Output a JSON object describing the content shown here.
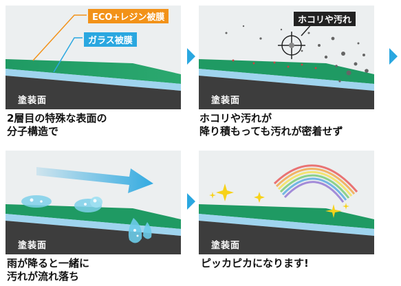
{
  "panels": [
    {
      "layer_label": "塗装面",
      "tags": {
        "eco": "ECO+レジン被膜",
        "glass": "ガラス被膜"
      },
      "caption_lines": [
        "2層目の特殊な表面の",
        "分子構造で"
      ]
    },
    {
      "layer_label": "塗装面",
      "tags": {
        "dust": "ホコリや汚れ"
      },
      "caption_lines": [
        "ホコリや汚れが",
        "降り積もっても汚れが密着せず"
      ]
    },
    {
      "layer_label": "塗装面",
      "caption_lines": [
        "雨が降ると一緒に",
        "汚れが流れ落ち"
      ]
    },
    {
      "layer_label": "塗装面",
      "caption_lines": [
        "ピッカピカになります!"
      ]
    }
  ],
  "colors": {
    "arrow": "#2aa7e0",
    "eco_tag": "#f29219",
    "glass_tag": "#2aa7e0",
    "dust_tag": "#222222",
    "green_coat": "#1f9a63",
    "glass_coat": "#9fd4ee",
    "paint_layer": "#3d3d3d"
  },
  "icons": [
    "crosshair-icon",
    "sparkle-icon",
    "rainbow-icon",
    "water-drop-icon",
    "flow-arrow-icon"
  ]
}
